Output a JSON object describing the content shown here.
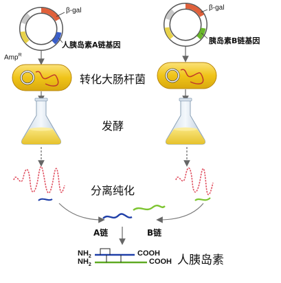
{
  "plasmid_left": {
    "marker_label": "β-gal",
    "resistance_label": "Amp",
    "resistance_superscript": "R",
    "gene_label": "人胰岛素A链基因"
  },
  "plasmid_right": {
    "marker_label": "β-gal",
    "gene_label": "胰岛素B链基因"
  },
  "steps": {
    "transform": "转化大肠杆菌",
    "ferment": "发酵",
    "purify": "分离纯化"
  },
  "chains": {
    "a_label": "A链",
    "b_label": "B链"
  },
  "product": {
    "nh2_prefix": "NH",
    "nh2_subscript": "2",
    "cooh": "COOH",
    "name": "人胰岛素"
  },
  "colors": {
    "gene_a_segment": "#3a5ec8",
    "gene_b_segment": "#6ab82a",
    "amp_segment": "#e8d24a",
    "top_segment": "#e0603a",
    "bacterium_fill": "#f0c419",
    "culture_fill": "#f4d94a",
    "chain_a": "#1f3fa8",
    "chain_b": "#7cc42f",
    "random_coil": "#e05060"
  },
  "icons": {
    "plasmid": "plasmid-ring-icon",
    "bacterium": "bacterium-icon",
    "flask": "erlenmeyer-flask-icon"
  }
}
